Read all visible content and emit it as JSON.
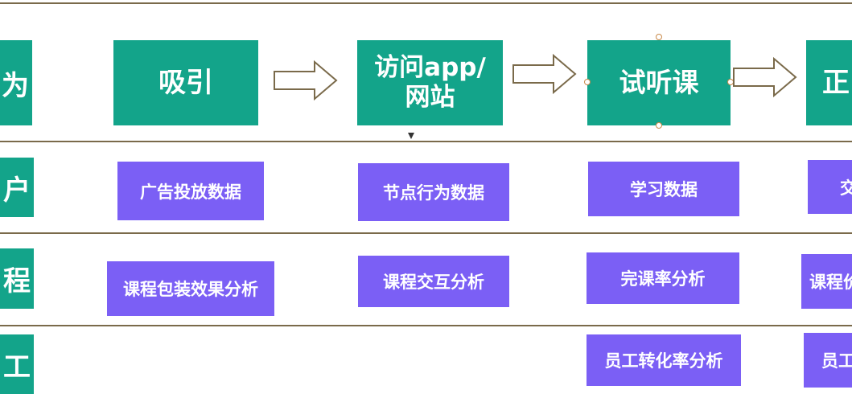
{
  "rows": {
    "behavior": "为",
    "user": "户",
    "course": "程",
    "staff": "工"
  },
  "stages": {
    "attract": "吸引",
    "visit": "访问app/\n网站",
    "trial": "试听课",
    "next": "正"
  },
  "data_boxes": {
    "ad_data": "广告投放数据",
    "node_behavior": "节点行为数据",
    "study_data": "学习数据",
    "next_user": "交",
    "packaging_analysis": "课程包装效果分析",
    "interaction_analysis": "课程交互分析",
    "completion_analysis": "完课率分析",
    "next_course": "课程价",
    "staff_conversion": "员工转化率分析",
    "next_staff": "员工"
  },
  "colors": {
    "teal": "#13a48a",
    "purple": "#7b5ff5",
    "divider": "#7a6a4a"
  }
}
